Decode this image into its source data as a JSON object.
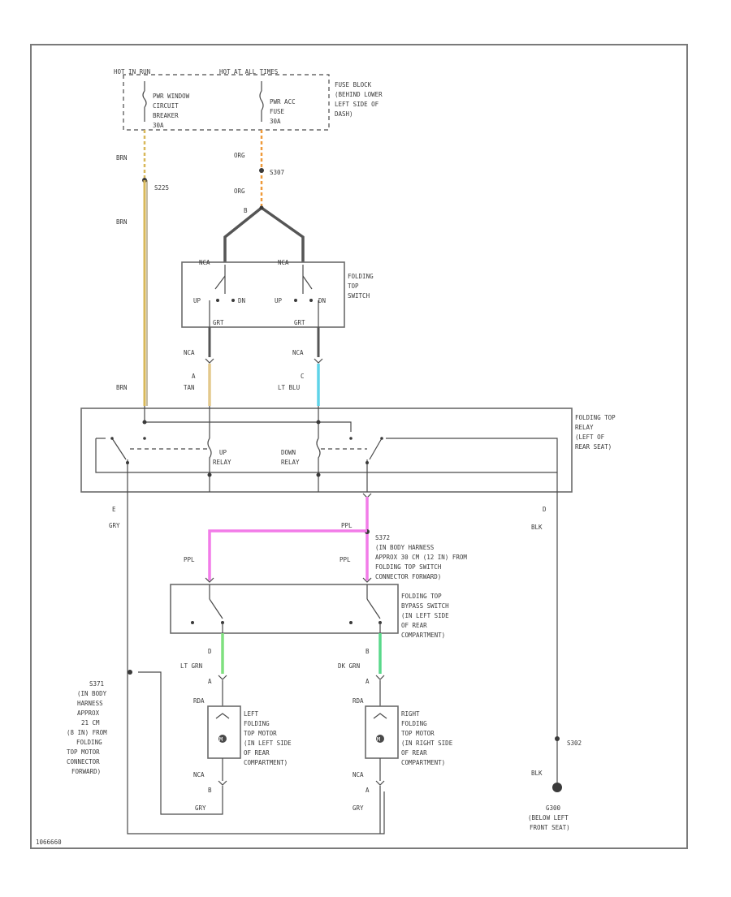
{
  "wires": {
    "tan": "#e3c98c",
    "lt_blu": "#5fd3e8",
    "ppl": "#f27ce8",
    "lt_grn": "#7fe07f",
    "dk_grn": "#59d88a",
    "org": "#ef9a3a",
    "brn": "#d8b85a"
  },
  "labels": {
    "hot_run": "HOT IN RUN",
    "hot_acc": "HOT AT ALL TIMES",
    "pwr_cb": [
      "PWR WINDOW",
      "CIRCUIT",
      "BREAKER",
      "30A"
    ],
    "pwr_acc": [
      "PWR ACC",
      "FUSE",
      "30A"
    ],
    "fuse_block": [
      "FUSE BLOCK",
      "(BEHIND LOWER",
      "LEFT SIDE OF",
      "DASH)"
    ],
    "brn_top": "BRN",
    "s225": "S225",
    "brn_mid": "BRN",
    "org_top": "ORG",
    "s307": "S307",
    "org_bot": "ORG",
    "sw_b": "B",
    "nca_l": "NCA",
    "nca_r": "NCA",
    "switch_name": [
      "FOLDING",
      "TOP",
      "SWITCH"
    ],
    "up": "UP",
    "dn": "DN",
    "up2": "UP",
    "dn2": "DN",
    "grt_l": "GRT",
    "grt_r": "GRT",
    "nca_a": "NCA",
    "nca_c": "NCA",
    "pin_a": "A",
    "tan": "TAN",
    "pin_c": "C",
    "lt_blu": "LT BLU",
    "brn_relay": "BRN",
    "relay_name": [
      "FOLDING TOP",
      "RELAY",
      "(LEFT OF",
      "REAR SEAT)"
    ],
    "up_relay": [
      "UP",
      "RELAY"
    ],
    "down_relay": [
      "DOWN",
      "RELAY"
    ],
    "pin_e": "E",
    "gry_e": "GRY",
    "pin_d": "D",
    "blk_d": "BLK",
    "ppl_top": "PPL",
    "s372": [
      "S372",
      "(IN BODY HARNESS",
      "APPROX 30 CM (12 IN) FROM",
      "FOLDING TOP SWITCH",
      "CONNECTOR FORWARD)"
    ],
    "ppl_l": "PPL",
    "ppl_r": "PPL",
    "bypass": [
      "FOLDING TOP",
      "BYPASS SWITCH",
      "(IN LEFT SIDE",
      "OF REAR",
      "COMPARTMENT)"
    ],
    "pin_d2": "D",
    "lt_grn": "LT GRN",
    "pin_b2": "B",
    "dk_grn": "DK GRN",
    "pin_a2": "A",
    "pin_a3": "A",
    "rda_l": "RDA",
    "rda_r": "RDA",
    "left_motor": [
      "LEFT",
      "FOLDING",
      "TOP MOTOR",
      "(IN LEFT SIDE",
      "OF REAR",
      "COMPARTMENT)"
    ],
    "right_motor": [
      "RIGHT",
      "FOLDING",
      "TOP MOTOR",
      "(IN RIGHT SIDE",
      "OF REAR",
      "COMPARTMENT)"
    ],
    "nca_ml": "NCA",
    "nca_mr": "NCA",
    "pin_b3": "B",
    "pin_a4": "A",
    "gry_ml": "GRY",
    "gry_mr": "GRY",
    "s371": [
      "S371",
      "(IN BODY",
      "HARNESS",
      "APPROX",
      "21 CM",
      "(8 IN) FROM",
      "FOLDING",
      "TOP MOTOR",
      "CONNECTOR",
      "FORWARD)"
    ],
    "s302": "S302",
    "blk_g": "BLK",
    "ground": [
      "G300",
      "(BELOW LEFT",
      "FRONT SEAT)"
    ],
    "fig_id": "1066660"
  }
}
